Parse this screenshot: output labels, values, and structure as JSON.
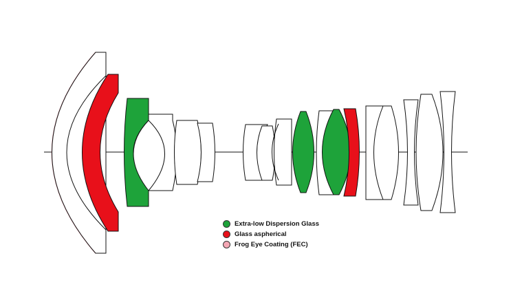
{
  "colors": {
    "ed_glass": "#1ea33a",
    "aspherical": "#e8101a",
    "fec": "#f4a7b4",
    "outline": "#111111",
    "plain": "#ffffff"
  },
  "legend": [
    {
      "label": "Extra-low Dispersion Glass",
      "color": "#1ea33a"
    },
    {
      "label": "Glass aspherical",
      "color": "#e8101a"
    },
    {
      "label": "Frog Eye Coating (FEC)",
      "color": "#f4a7b4"
    }
  ]
}
